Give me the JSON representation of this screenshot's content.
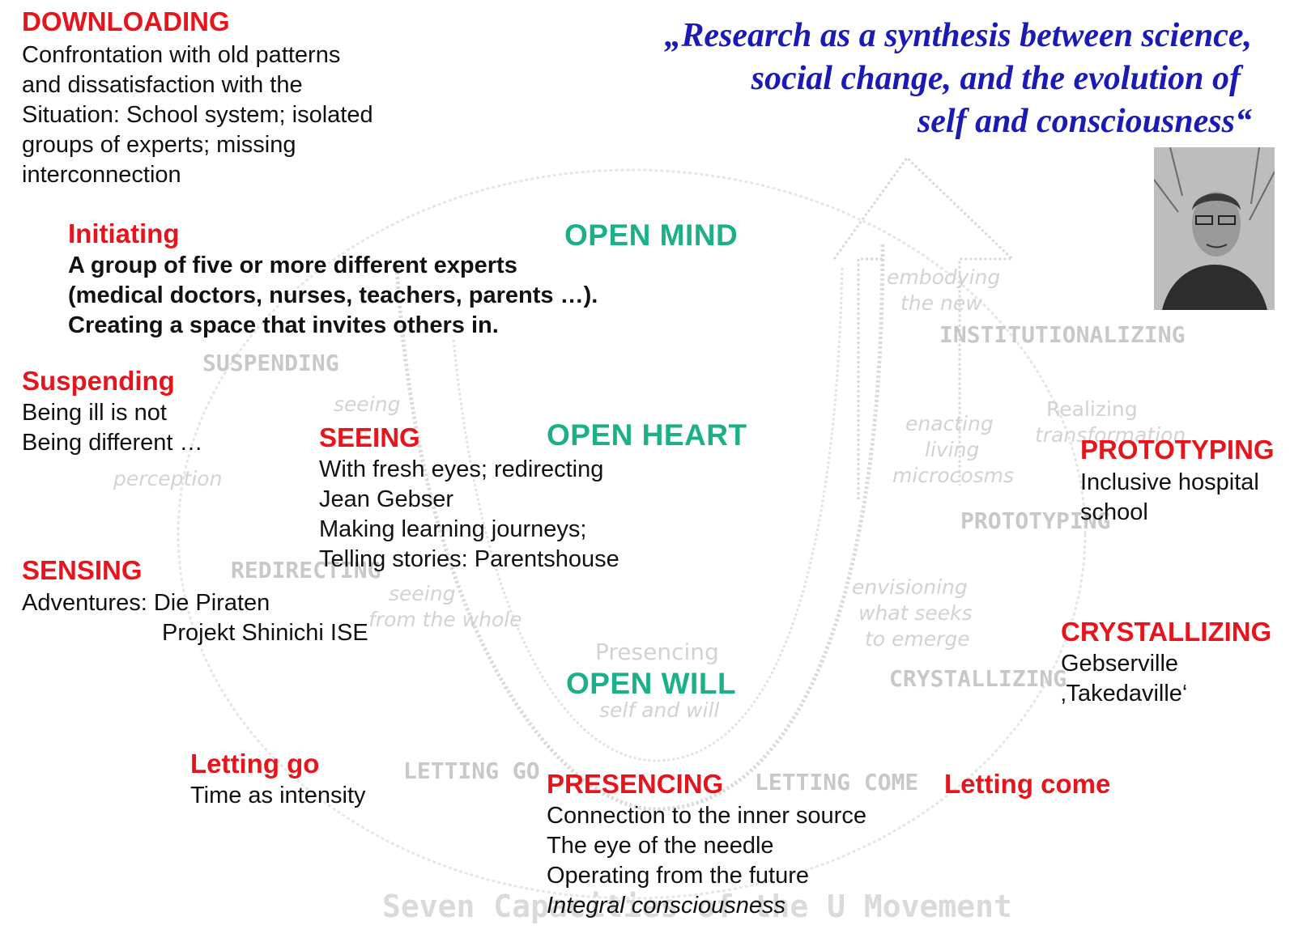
{
  "quote": {
    "lines": [
      "„Research as a synthesis between science,",
      "social change, and the evolution of",
      "self and consciousness“"
    ]
  },
  "downloading": {
    "title": "DOWNLOADING",
    "lines": [
      "Confrontation with old patterns",
      "and dissatisfaction with the",
      "Situation: School system; isolated",
      "groups of experts; missing",
      "interconnection"
    ]
  },
  "initiating": {
    "title": "Initiating",
    "lines": [
      "A group of five or more different experts",
      "(medical doctors, nurses, teachers, parents …).",
      "Creating a space that invites others in."
    ]
  },
  "suspending": {
    "title": "Suspending",
    "lines": [
      "Being ill is not",
      "Being different …"
    ]
  },
  "seeing": {
    "title": "SEEING",
    "lines": [
      "With fresh eyes; redirecting",
      "Jean Gebser",
      "Making learning journeys;",
      "Telling stories: Parentshouse"
    ]
  },
  "sensing": {
    "title": "SENSING",
    "line1": "Adventures: Die Piraten",
    "line2": "Projekt Shinichi ISE"
  },
  "letting_go": {
    "title": "Letting go",
    "lines": [
      "Time as intensity"
    ]
  },
  "presencing": {
    "title": "PRESENCING",
    "lines": [
      "Connection to the inner source",
      "The eye of the needle",
      "Operating from the future"
    ],
    "italic_line": "Integral consciousness"
  },
  "letting_come": {
    "title": "Letting come"
  },
  "crystallizing": {
    "title": "CRYSTALLIZING",
    "lines": [
      "Gebserville",
      "‚Takedaville‘"
    ]
  },
  "prototyping": {
    "title": "PROTOTYPING",
    "lines": [
      "Inclusive hospital",
      "school"
    ]
  },
  "open": {
    "mind": "OPEN MIND",
    "heart": "OPEN HEART",
    "will": "OPEN WILL"
  },
  "background_labels": {
    "suspending": "SUSPENDING",
    "redirecting": "REDIRECTING",
    "letting_go": "LETTING GO",
    "letting_come": "LETTING COME",
    "crystallizing": "CRYSTALLIZING",
    "prototyping": "PROTOTYPING",
    "institutionalizing": "INSTITUTIONALIZING",
    "presencing": "Presencing",
    "self_and_will": "self and will",
    "seeing": "seeing",
    "seeing_whole_1": "seeing",
    "seeing_whole_2": "from the whole",
    "perception": "perception",
    "embodying_1": "embodying",
    "embodying_2": "the new",
    "enacting_1": "enacting",
    "enacting_2": "living",
    "enacting_3": "microcosms",
    "envisioning_1": "envisioning",
    "envisioning_2": "what seeks",
    "envisioning_3": "to emerge",
    "realizing_1": "Realizing",
    "realizing_2": "transformation",
    "footer": "Seven Capacities of the U Movement"
  },
  "colors": {
    "red": "#e8141b",
    "green": "#1cb088",
    "blue": "#1a1ab4",
    "faint": "#c8c8c8"
  }
}
